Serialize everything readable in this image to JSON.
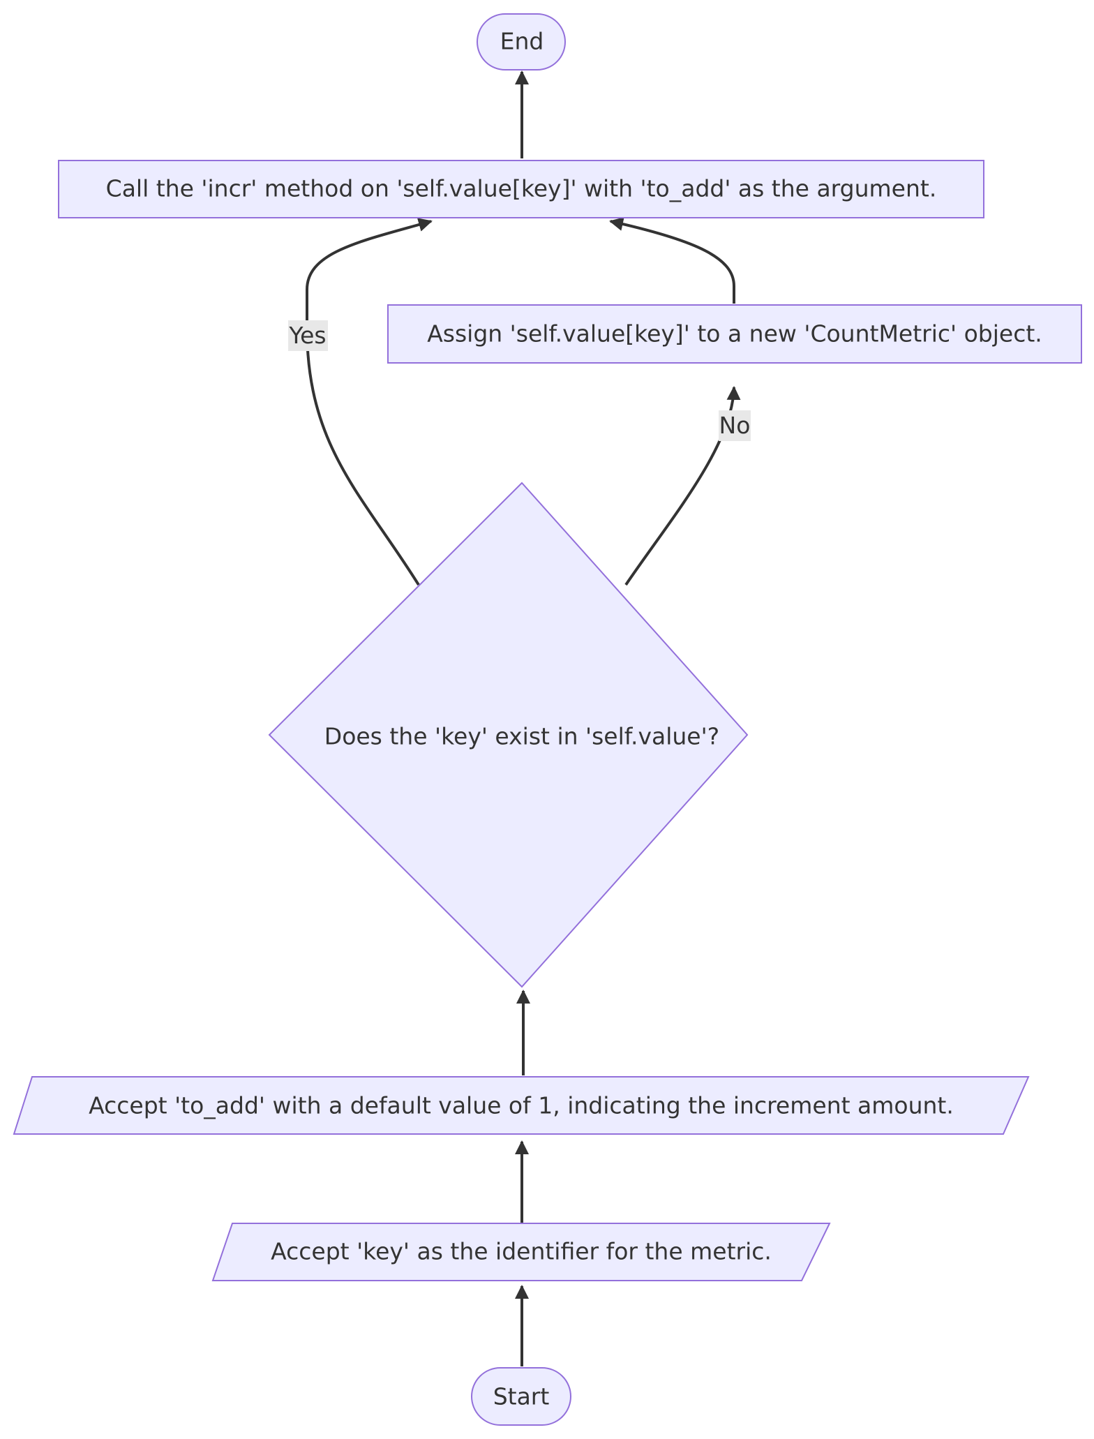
{
  "diagram": {
    "type": "flowchart",
    "direction": "bottom-to-top",
    "nodes": {
      "start": {
        "label": "Start",
        "shape": "stadium"
      },
      "accept_key": {
        "label": "Accept 'key' as the identifier for the metric.",
        "shape": "parallelogram"
      },
      "accept_to_add": {
        "label": "Accept 'to_add' with a default value of 1, indicating the increment amount.",
        "shape": "parallelogram"
      },
      "decision": {
        "label": "Does the 'key' exist in 'self.value'?",
        "shape": "diamond"
      },
      "assign": {
        "label": "Assign 'self.value[key]' to a new 'CountMetric' object.",
        "shape": "rectangle"
      },
      "call_incr": {
        "label": "Call the 'incr' method on 'self.value[key]' with 'to_add' as the argument.",
        "shape": "rectangle"
      },
      "end": {
        "label": "End",
        "shape": "stadium"
      }
    },
    "edges": {
      "yes": {
        "from": "decision",
        "to": "call_incr",
        "label": "Yes"
      },
      "no": {
        "from": "decision",
        "to": "assign",
        "label": "No"
      }
    },
    "colors": {
      "node_fill": "#ECECFF",
      "node_stroke": "#9370DB",
      "edge": "#333333",
      "edge_label_bg": "#E8E8E8",
      "text": "#333333"
    }
  }
}
